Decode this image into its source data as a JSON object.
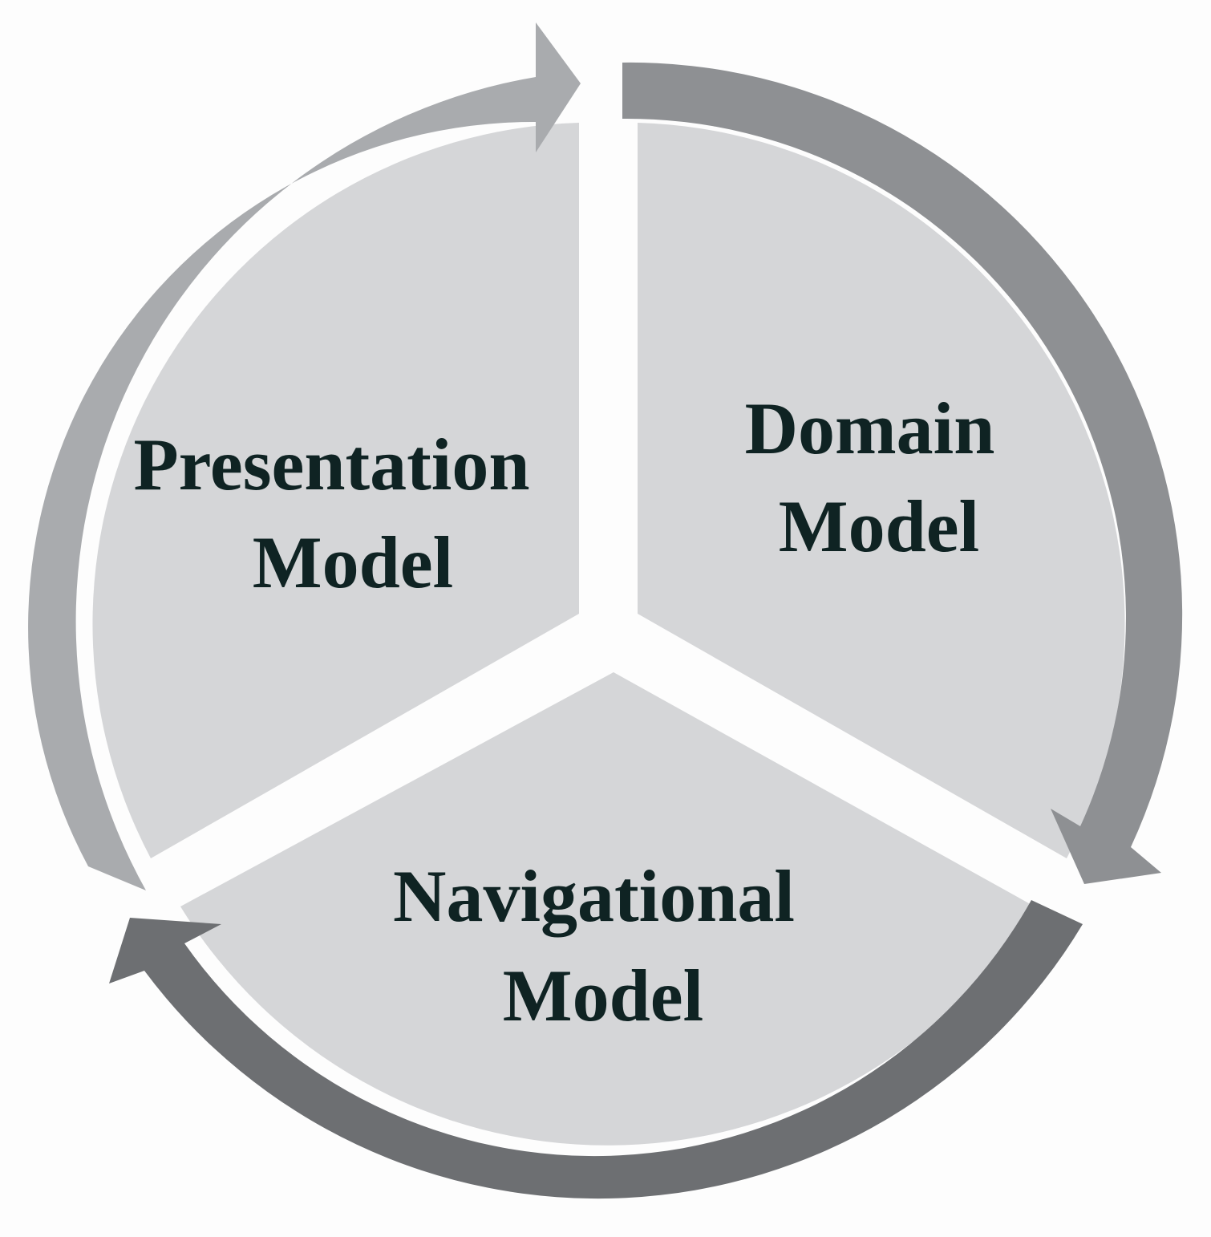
{
  "segments": [
    {
      "id": "presentation",
      "label_lines": [
        "Presentation",
        "Model"
      ],
      "fill": "#d5d6d8",
      "arrow_color": "#a9abae"
    },
    {
      "id": "domain",
      "label_lines": [
        "Domain",
        "Model"
      ],
      "fill": "#d5d6d8",
      "arrow_color": "#8e9093"
    },
    {
      "id": "navigational",
      "label_lines": [
        "Navigational",
        "Model"
      ],
      "fill": "#d5d6d8",
      "arrow_color": "#6d6f72"
    }
  ],
  "colors": {
    "label_text": "#0f2323",
    "background": "#fdfdfd"
  }
}
